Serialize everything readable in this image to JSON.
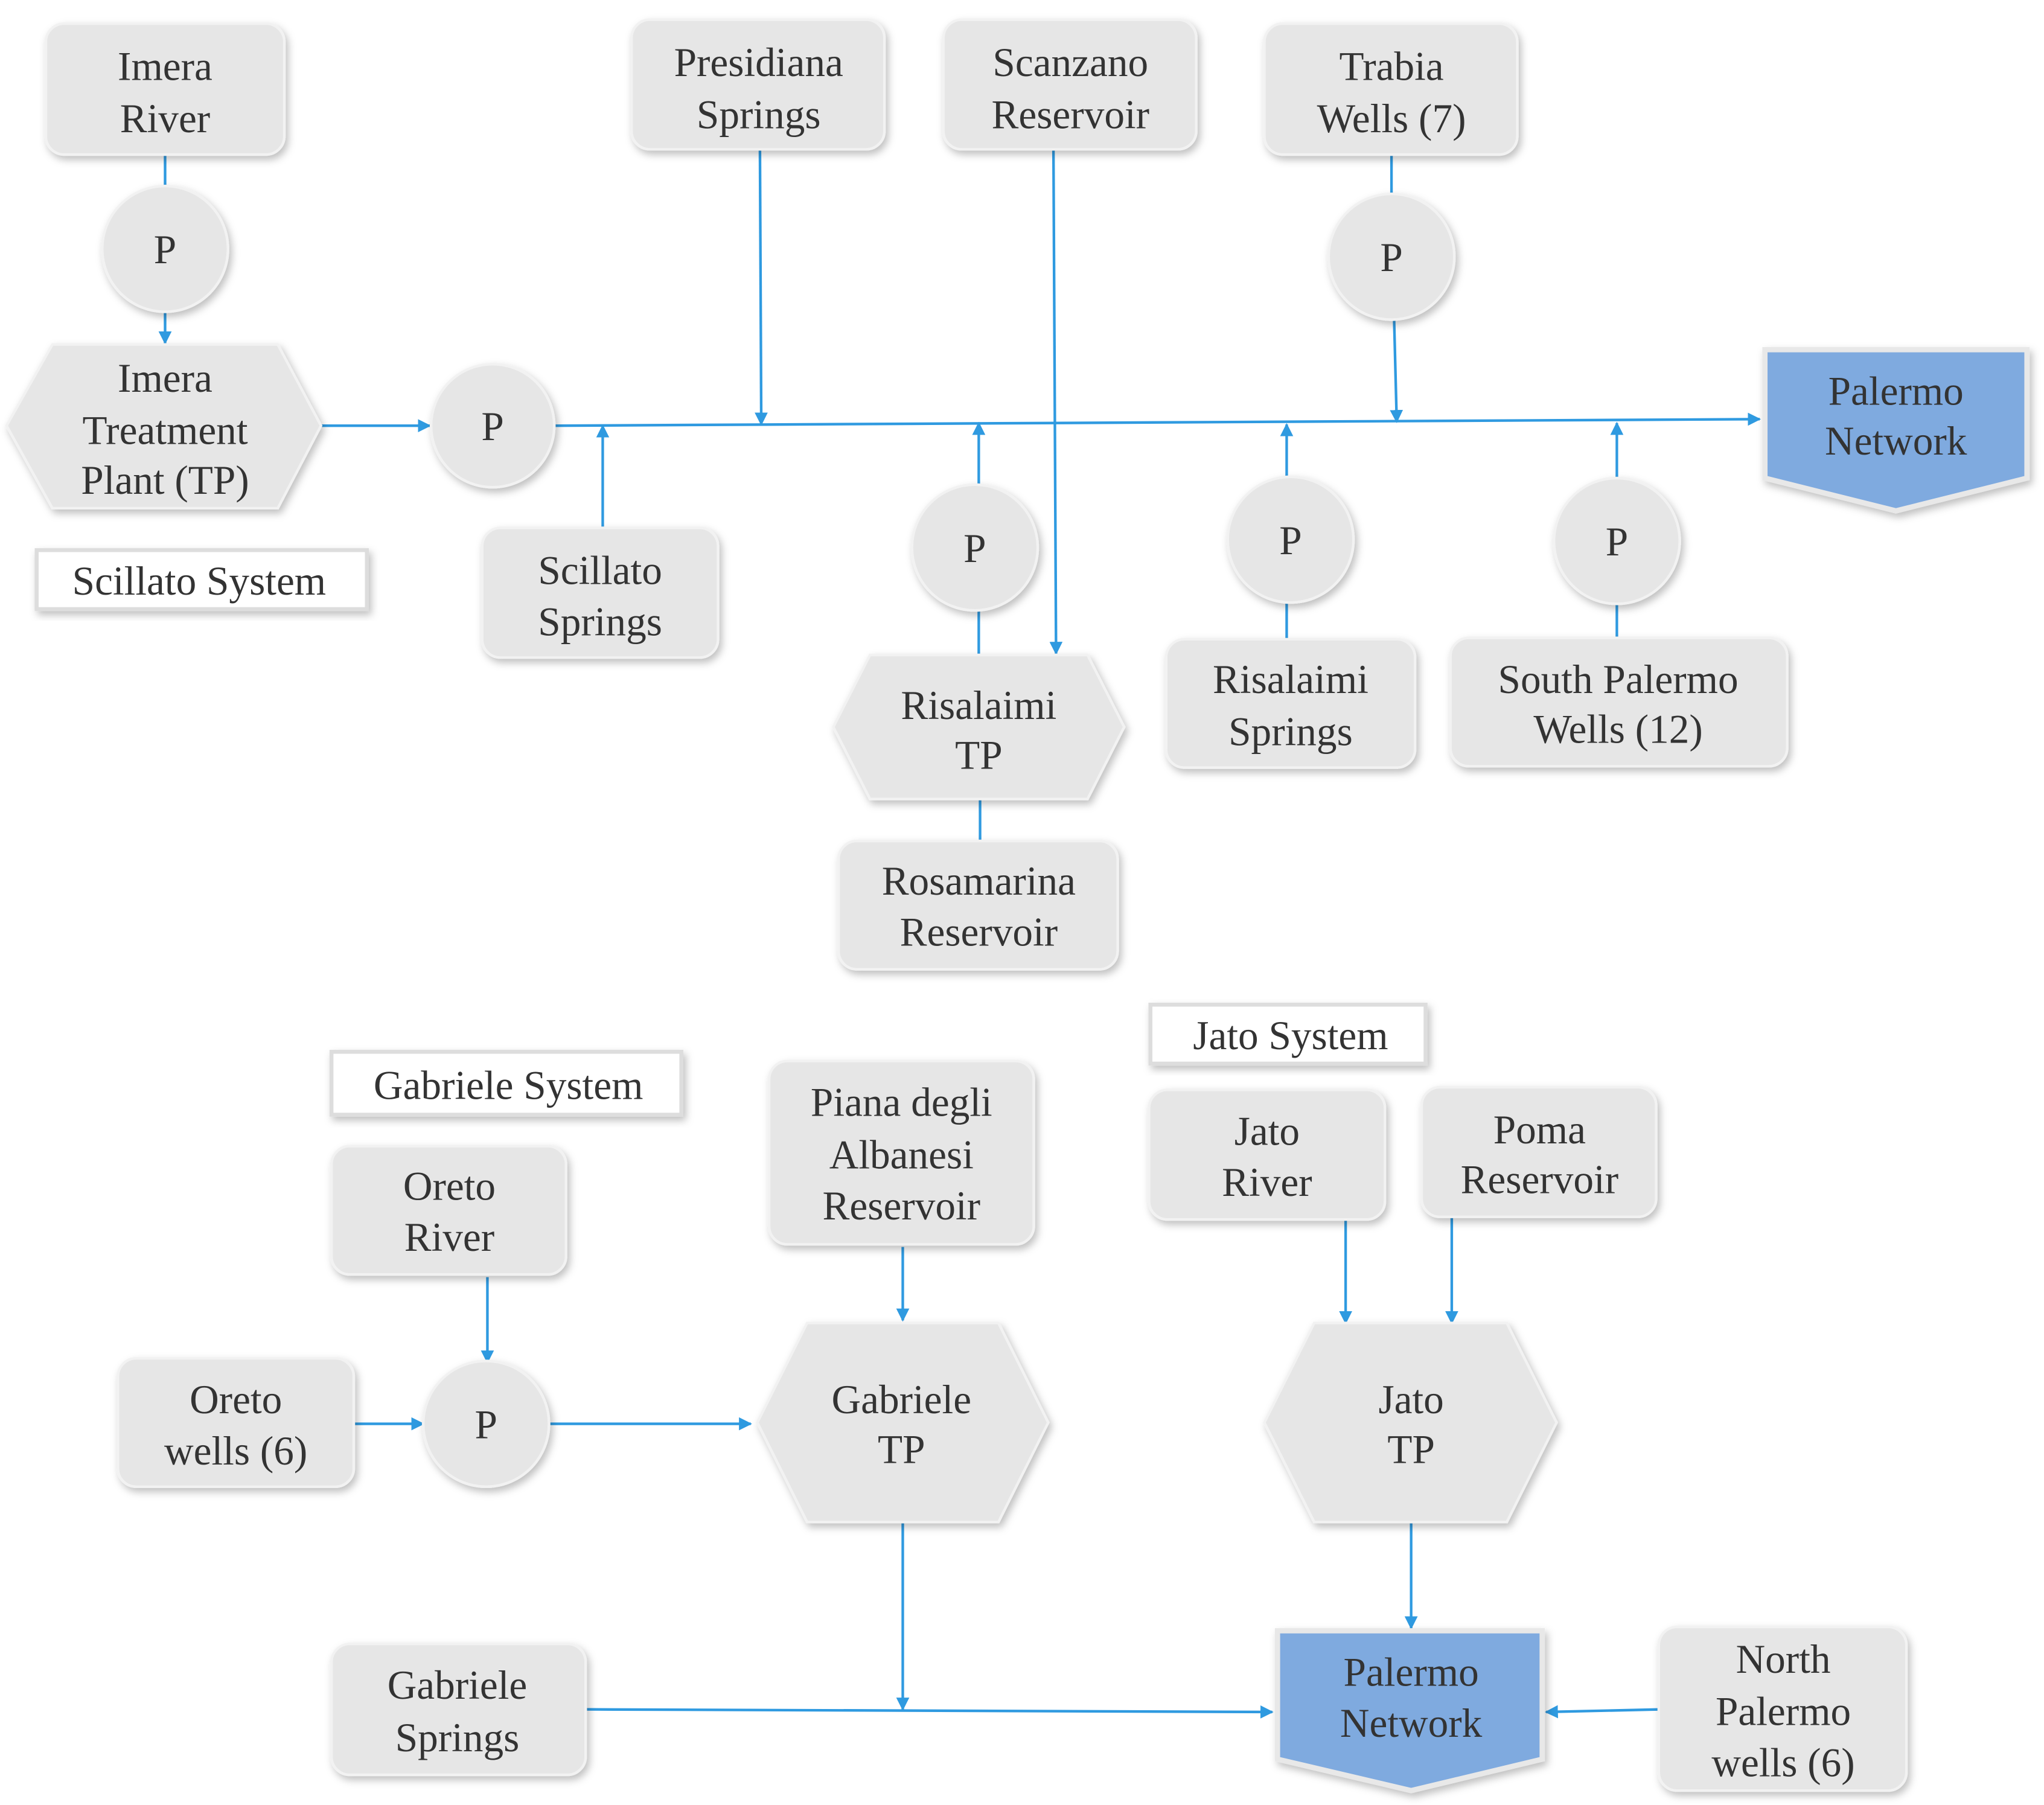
{
  "title": "Palermo water supply systems",
  "colors": {
    "node": "#e6e6e6",
    "network": "#7faadf",
    "edge": "#2f9ae0",
    "text": "#333333"
  },
  "systems": {
    "scillato": "Scillato System",
    "gabriele": "Gabriele System",
    "jato": "Jato System"
  },
  "pump_label": "P",
  "nodes": {
    "imera_river": [
      "Imera",
      "River"
    ],
    "imera_tp": [
      "Imera",
      "Treatment",
      "Plant (TP)"
    ],
    "presidiana": [
      "Presidiana",
      "Springs"
    ],
    "scanzano": [
      "Scanzano",
      "Reservoir"
    ],
    "trabia": [
      "Trabia",
      "Wells (7)"
    ],
    "scillato_springs": [
      "Scillato",
      "Springs"
    ],
    "risalaimi_tp": [
      "Risalaimi",
      "TP"
    ],
    "rosamarina": [
      "Rosamarina",
      "Reservoir"
    ],
    "risalaimi_springs": [
      "Risalaimi",
      "Springs"
    ],
    "south_palermo": [
      "South Palermo",
      "Wells (12)"
    ],
    "palermo_top": [
      "Palermo",
      "Network"
    ],
    "oreto_river": [
      "Oreto",
      "River"
    ],
    "oreto_wells": [
      "Oreto",
      "wells (6)"
    ],
    "piana": [
      "Piana degli",
      "Albanesi",
      "Reservoir"
    ],
    "gabriele_tp": [
      "Gabriele",
      "TP"
    ],
    "jato_river": [
      "Jato",
      "River"
    ],
    "poma": [
      "Poma",
      "Reservoir"
    ],
    "jato_tp": [
      "Jato",
      "TP"
    ],
    "gabriele_springs": [
      "Gabriele",
      "Springs"
    ],
    "palermo_bottom": [
      "Palermo",
      "Network"
    ],
    "north_palermo": [
      "North",
      "Palermo",
      "wells (6)"
    ]
  }
}
